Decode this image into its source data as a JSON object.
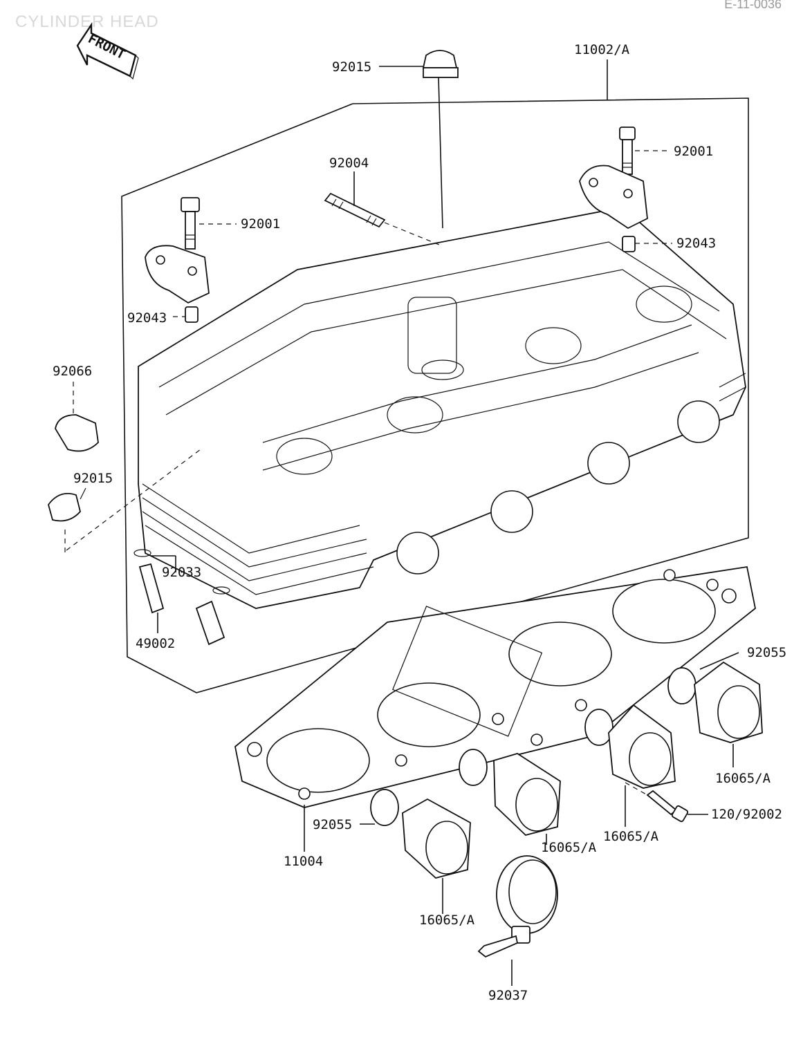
{
  "header": {
    "title": "CYLINDER HEAD",
    "code": "E-11-0036"
  },
  "front_tag": "FRONT",
  "callouts": {
    "c92015_top": "92015",
    "c11002": "11002/A",
    "c92001_right": "92001",
    "c92004": "92004",
    "c92001_left": "92001",
    "c92043_right": "92043",
    "c92043_left": "92043",
    "c92066": "92066",
    "c92015_left": "92015",
    "c92033": "92033",
    "c49002": "49002",
    "c92055_right": "92055",
    "c16065_right": "16065/A",
    "c120_92002": "120/92002",
    "c16065_mid_right": "16065/A",
    "c16065_mid": "16065/A",
    "c92055_left": "92055",
    "c11004": "11004",
    "c16065_left": "16065/A",
    "c92037": "92037"
  }
}
